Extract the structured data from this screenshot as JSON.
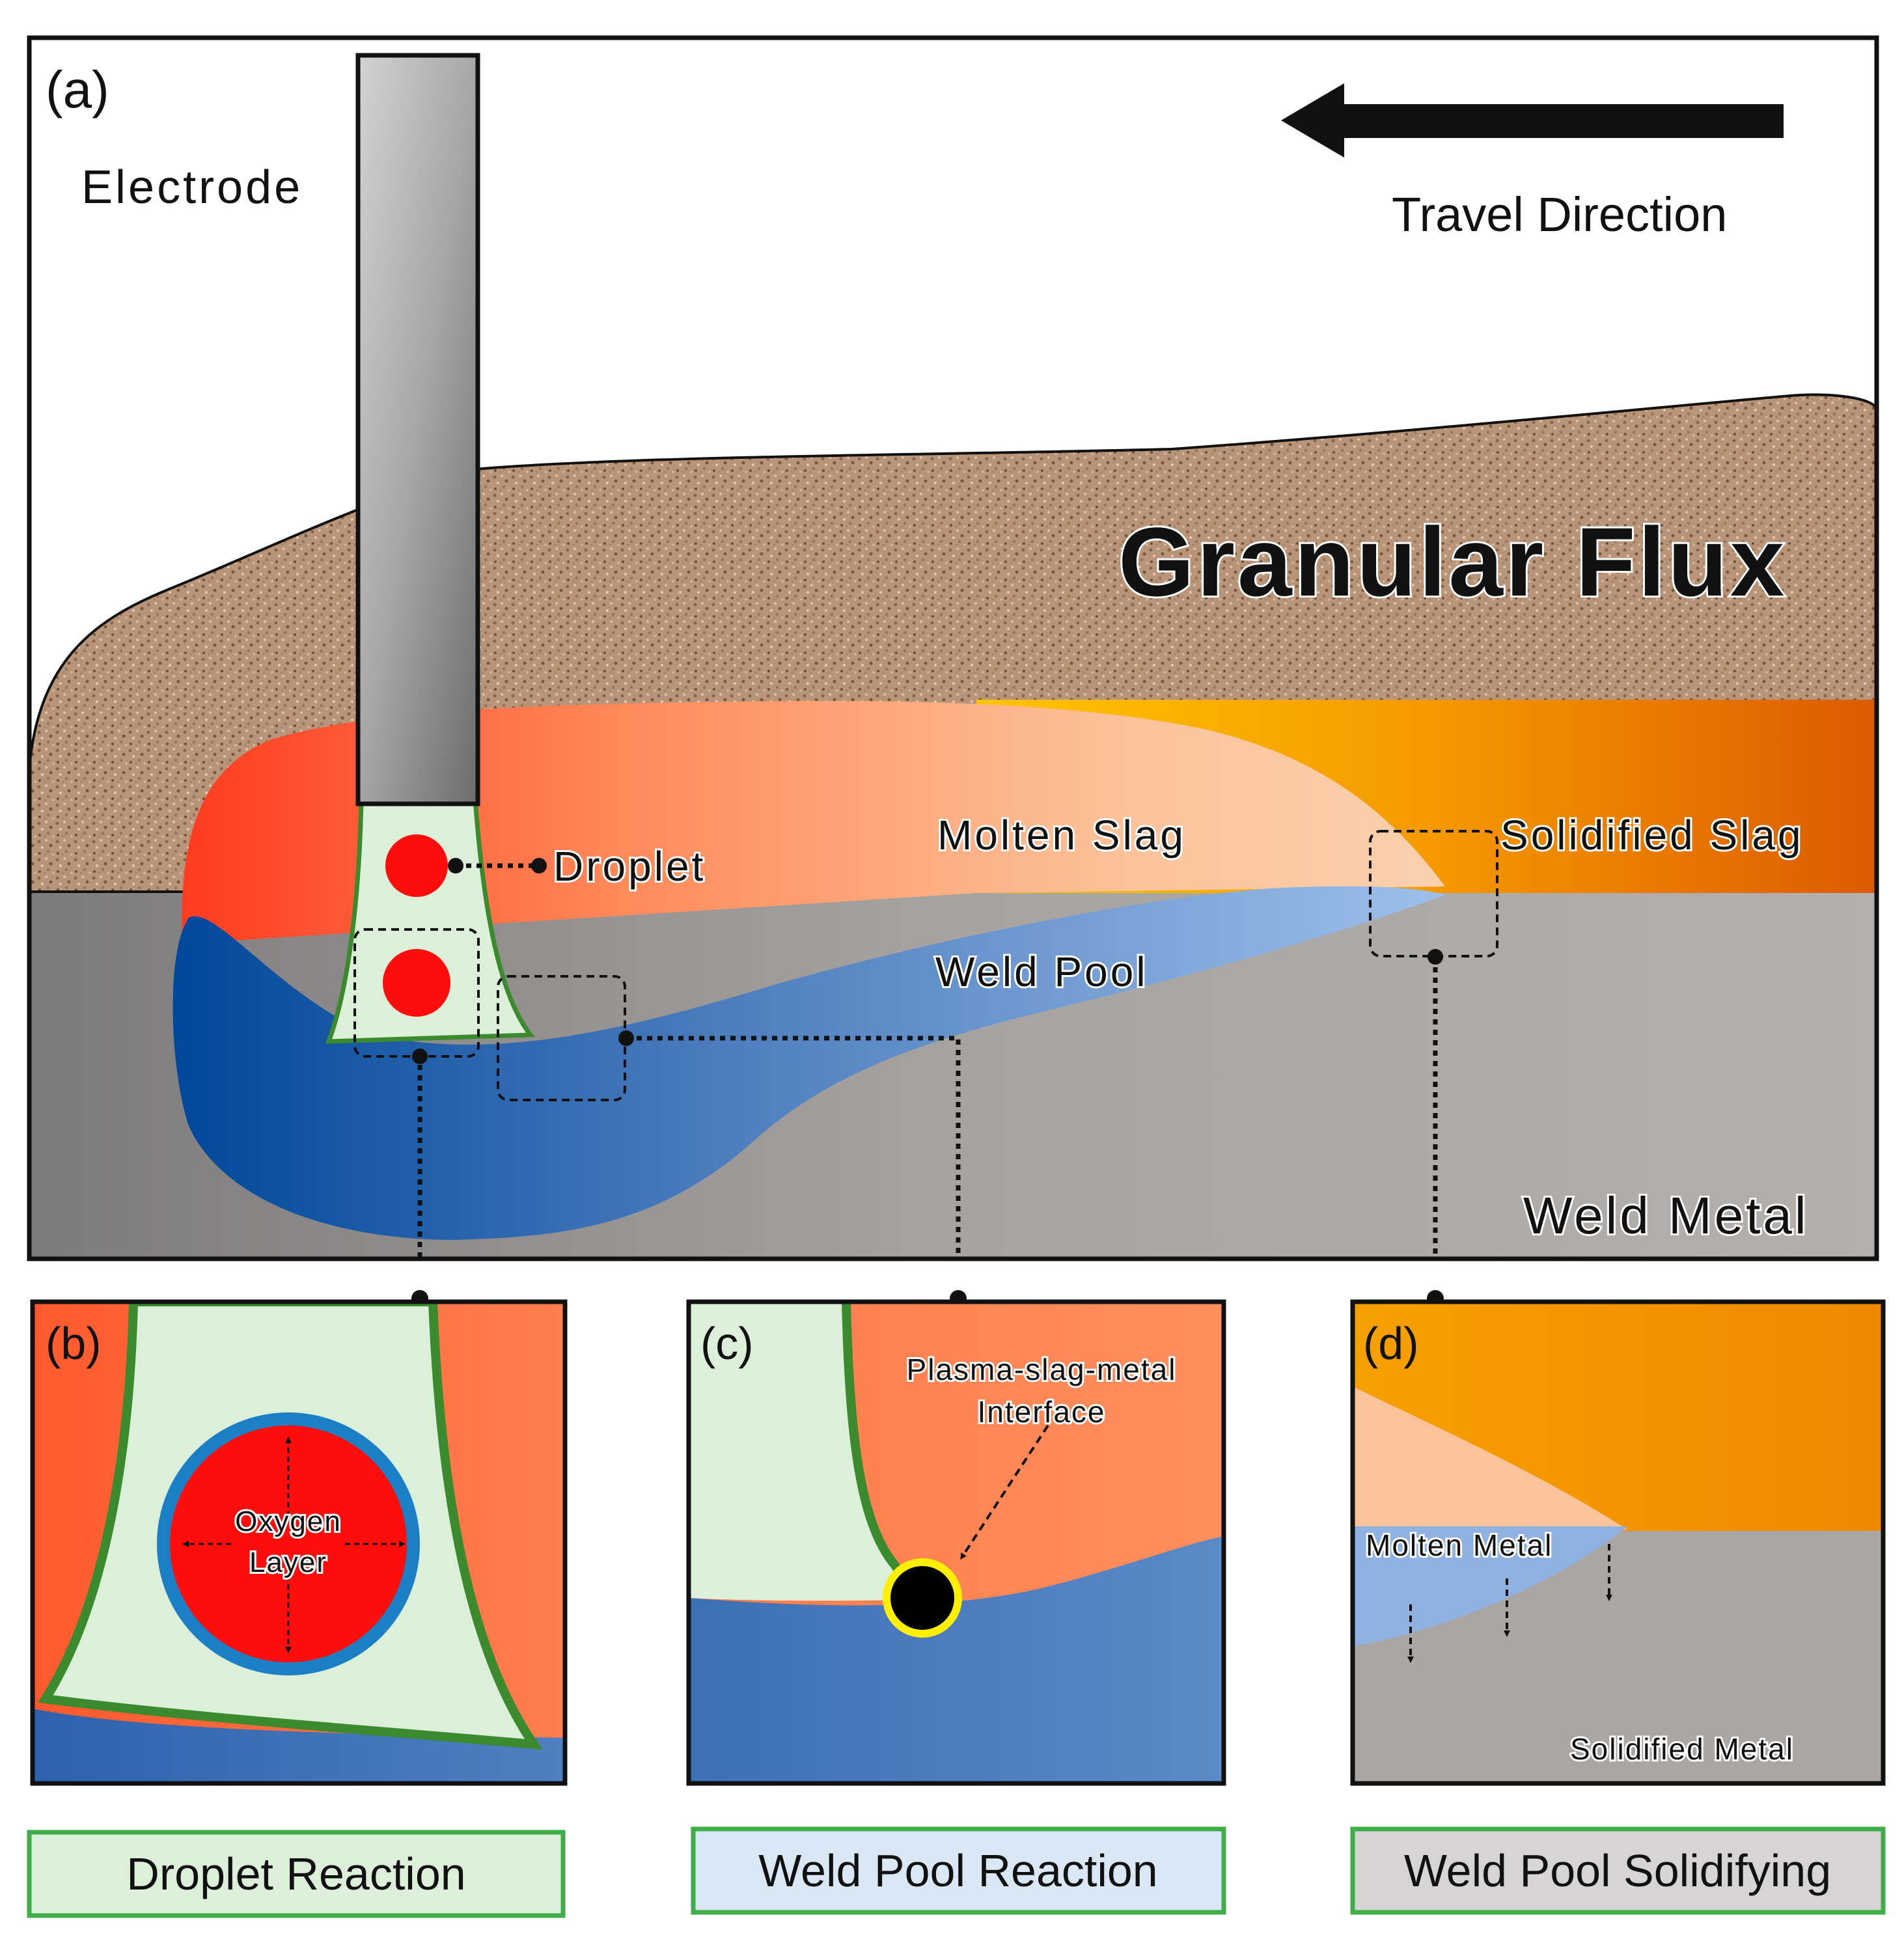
{
  "panel_a": {
    "tag": "(a)",
    "electrode_label": "Electrode",
    "travel_direction_label": "Travel Direction",
    "granular_flux_label": "Granular Flux",
    "droplet_label": "Droplet",
    "molten_slag_label": "Molten Slag",
    "solidified_slag_label": "Solidified Slag",
    "weld_pool_label": "Weld Pool",
    "weld_metal_label": "Weld Metal"
  },
  "panel_b": {
    "tag": "(b)",
    "oxygen_layer_line1": "Oxygen",
    "oxygen_layer_line2": "Layer",
    "caption": "Droplet Reaction"
  },
  "panel_c": {
    "tag": "(c)",
    "interface_line1": "Plasma-slag-metal",
    "interface_line2": "Interface",
    "caption": "Weld Pool Reaction"
  },
  "panel_d": {
    "tag": "(d)",
    "molten_metal_label": "Molten Metal",
    "solidified_metal_label": "Solidified Metal",
    "caption": "Weld Pool Solidifying"
  },
  "colors": {
    "slag_red": "#ff3b1f",
    "slag_orange": "#ff7a4a",
    "slag_peach": "#fbc39a",
    "solid_slag_orange": "#f28a00",
    "weld_pool_dark": "#0a4ea0",
    "weld_pool_light": "#8fb2e2",
    "weld_metal_gray": "#a9a6a4",
    "flux_brown": "#b89478",
    "plasma_green_fill": "#dcefd9",
    "plasma_outline": "#3b8a2e",
    "caption_green_bg": "#dcefd9",
    "caption_blue_bg": "#dae8f5",
    "caption_gray_bg": "#d6d4d4",
    "caption_border": "#3fae48"
  }
}
